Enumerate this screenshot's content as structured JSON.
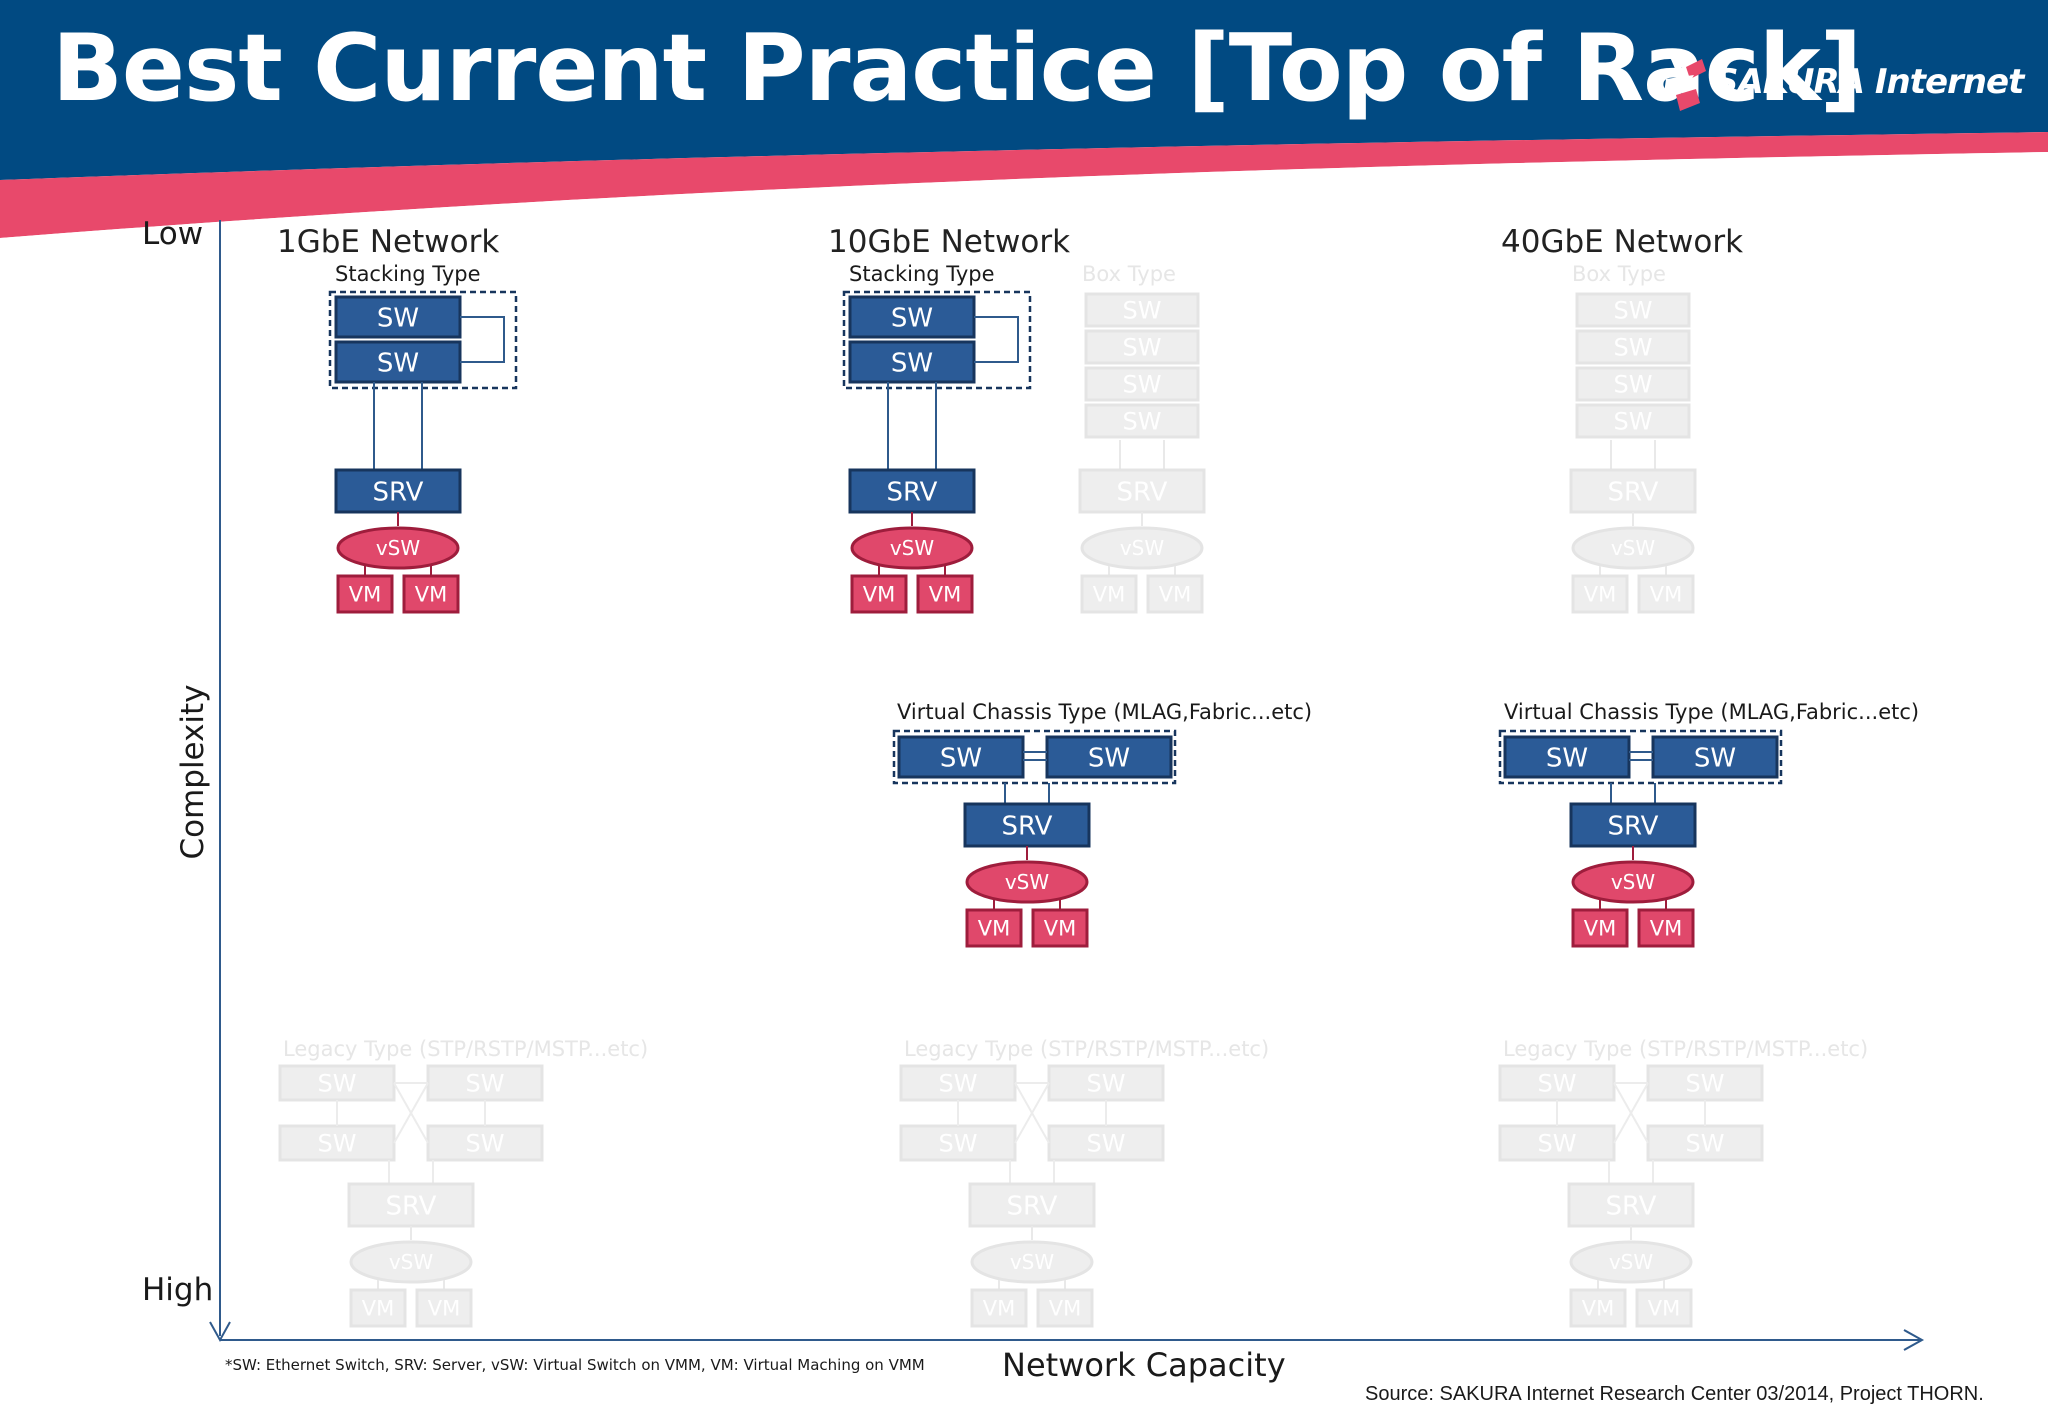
{
  "header": {
    "title": "Best Current Practice [Top of Rack]",
    "logo_text": "SAKURA Internet",
    "band_color": "#014a82",
    "accent_color": "#e8496b"
  },
  "axes": {
    "y_title": "Complexity",
    "y_top": "Low",
    "y_bottom": "High",
    "x_title": "Network Capacity"
  },
  "columns": [
    {
      "title": "1GbE Network"
    },
    {
      "title": "10GbE Network"
    },
    {
      "title": "40GbE Network"
    }
  ],
  "labels": {
    "sw": "SW",
    "srv": "SRV",
    "vsw": "vSW",
    "vm": "VM"
  },
  "groups": {
    "stacking_label": "Stacking Type",
    "box_label": "Box Type",
    "virtual_chassis_label": "Virtual Chassis Type (MLAG,Fabric...etc)",
    "legacy_label": "Legacy Type (STP/RSTP/MSTP...etc)"
  },
  "footnote": "*SW: Ethernet Switch, SRV: Server, vSW: Virtual Switch on VMM, VM: Virtual Maching on VMM",
  "source": "Source: SAKURA Internet Research Center 03/2014, Project THORN.",
  "colors": {
    "switch_fill": "#2b5b97",
    "switch_border": "#17355d",
    "vm_fill": "#e0486b",
    "vm_border": "#9e1d3c",
    "faded_fill": "#eeeeee",
    "faded_border": "#e4e4e4",
    "faded_text": "#ffffff",
    "axis_color": "#2f5a8c"
  }
}
